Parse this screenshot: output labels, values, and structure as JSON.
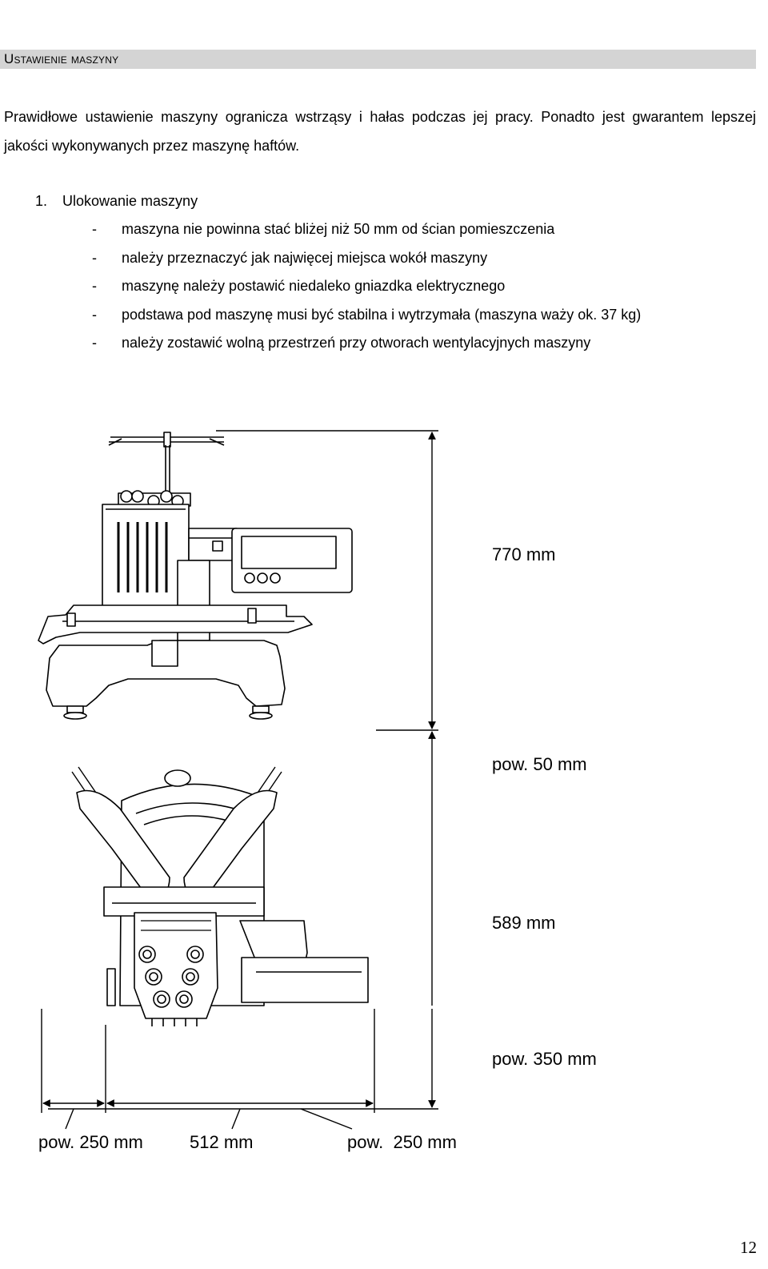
{
  "section": {
    "title": "Ustawienie maszyny"
  },
  "intro": "Prawidłowe ustawienie maszyny ogranicza wstrząsy i hałas podczas jej pracy. Ponadto jest gwarantem lepszej jakości wykonywanych przez maszynę haftów.",
  "step": {
    "number": "1.",
    "title": "Ulokowanie maszyny",
    "bullet_marker": "-",
    "bullets": [
      "maszyna nie powinna stać bliżej niż 50 mm od ścian pomieszczenia",
      "należy przeznaczyć jak najwięcej miejsca wokół maszyny",
      "maszynę należy postawić niedaleko gniazdka elektrycznego",
      "podstawa pod maszynę musi być stabilna i wytrzymała (maszyna waży ok. 37 kg)",
      "należy zostawić wolną przestrzeń przy otworach wentylacyjnych maszyny"
    ]
  },
  "dimensions": {
    "height": "770 mm",
    "top_clearance": "pow. 50 mm",
    "depth": "589 mm",
    "front_clearance": "pow. 350 mm",
    "left_clearance": "pow. 250 mm",
    "width": "512 mm",
    "right_clearance": "pow.  250 mm"
  },
  "page_number": "12"
}
